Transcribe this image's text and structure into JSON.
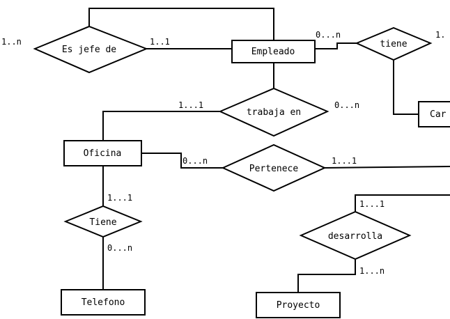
{
  "entities": {
    "empleado": "Empleado",
    "oficina": "Oficina",
    "telefono": "Telefono",
    "proyecto": "Proyecto",
    "cargo_partial": "Car"
  },
  "relationships": {
    "es_jefe_de": "Es jefe de",
    "tiene_top": "tiene",
    "trabaja_en": "trabaja en",
    "pertenece": "Pertenece",
    "tiene_bottom": "Tiene",
    "desarrolla": "desarrolla"
  },
  "cardinalities": {
    "jefe_left": "1..n",
    "jefe_right": "1..1",
    "tiene_left": "0...n",
    "tiene_right": "1.",
    "trabaja_left": "1...1",
    "trabaja_right": "0...n",
    "pertenece_left": "0...n",
    "pertenece_right": "1...1",
    "tiene_bottom_top": "1...1",
    "tiene_bottom_bottom": "0...n",
    "desarrolla_top": "1...1",
    "desarrolla_bottom": "1...n"
  }
}
